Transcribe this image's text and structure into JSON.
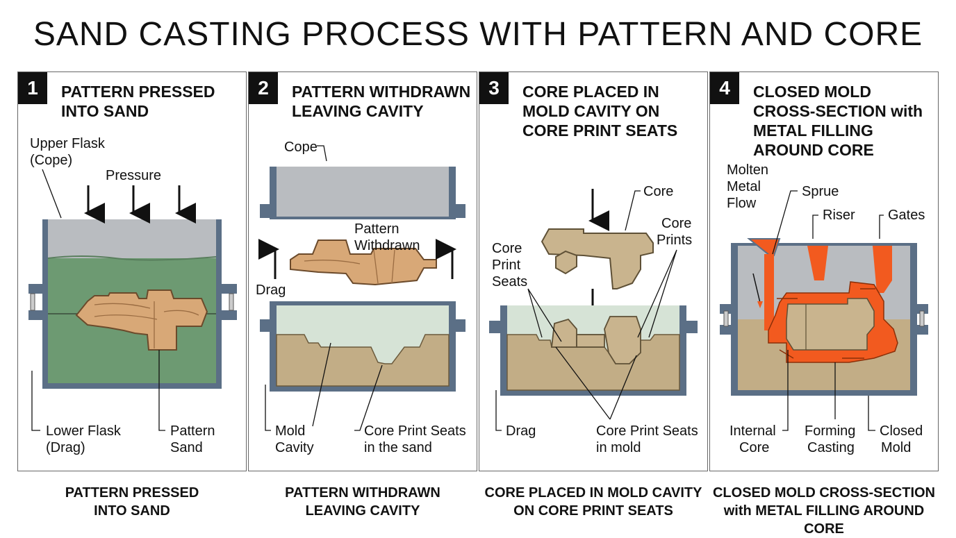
{
  "title": "SAND CASTING PROCESS WITH PATTERN AND CORE",
  "panels": [
    {
      "number": "1",
      "heading": "PATTERN PRESSED INTO SAND",
      "labels": {
        "upper_flask": [
          "Upper Flask",
          "(Cope)"
        ],
        "pressure": "Pressure",
        "lower_flask": [
          "Lower Flask",
          "(Drag)"
        ],
        "pattern_sand": [
          "Pattern",
          "Sand"
        ]
      },
      "caption": [
        "PATTERN PRESSED",
        "INTO SAND"
      ]
    },
    {
      "number": "2",
      "heading": "PATTERN WITHDRAWN LEAVING CAVITY",
      "labels": {
        "cope": "Cope",
        "pattern_withdrawn": [
          "Pattern",
          "Withdrawn"
        ],
        "drag": "Drag",
        "mold_cavity": [
          "Mold",
          "Cavity"
        ],
        "core_print_seats": [
          "Core Print Seats",
          "in the sand"
        ]
      },
      "caption": [
        "PATTERN WITHDRAWN",
        "LEAVING CAVITY"
      ]
    },
    {
      "number": "3",
      "heading": "CORE PLACED IN MOLD CAVITY ON CORE PRINT SEATS",
      "labels": {
        "core": "Core",
        "core_prints": [
          "Core",
          "Prints"
        ],
        "core_print_seats_left": [
          "Core",
          "Print",
          "Seats"
        ],
        "drag": "Drag",
        "core_print_seats_mold": [
          "Core Print Seats",
          "in mold"
        ]
      },
      "caption": [
        "CORE PLACED IN MOLD CAVITY",
        "ON CORE PRINT SEATS"
      ]
    },
    {
      "number": "4",
      "heading": "CLOSED MOLD CROSS-SECTION with METAL FILLING AROUND CORE",
      "labels": {
        "molten": [
          "Molten",
          "Metal",
          "Flow"
        ],
        "sprue": "Sprue",
        "riser": "Riser",
        "gates": "Gates",
        "internal_core": [
          "Internal",
          "Core"
        ],
        "forming_casting": [
          "Forming",
          "Casting"
        ],
        "closed_mold": [
          "Closed",
          "Mold"
        ]
      },
      "caption": [
        "CLOSED MOLD CROSS-SECTION",
        "with METAL FILLING AROUND CORE"
      ]
    }
  ]
}
